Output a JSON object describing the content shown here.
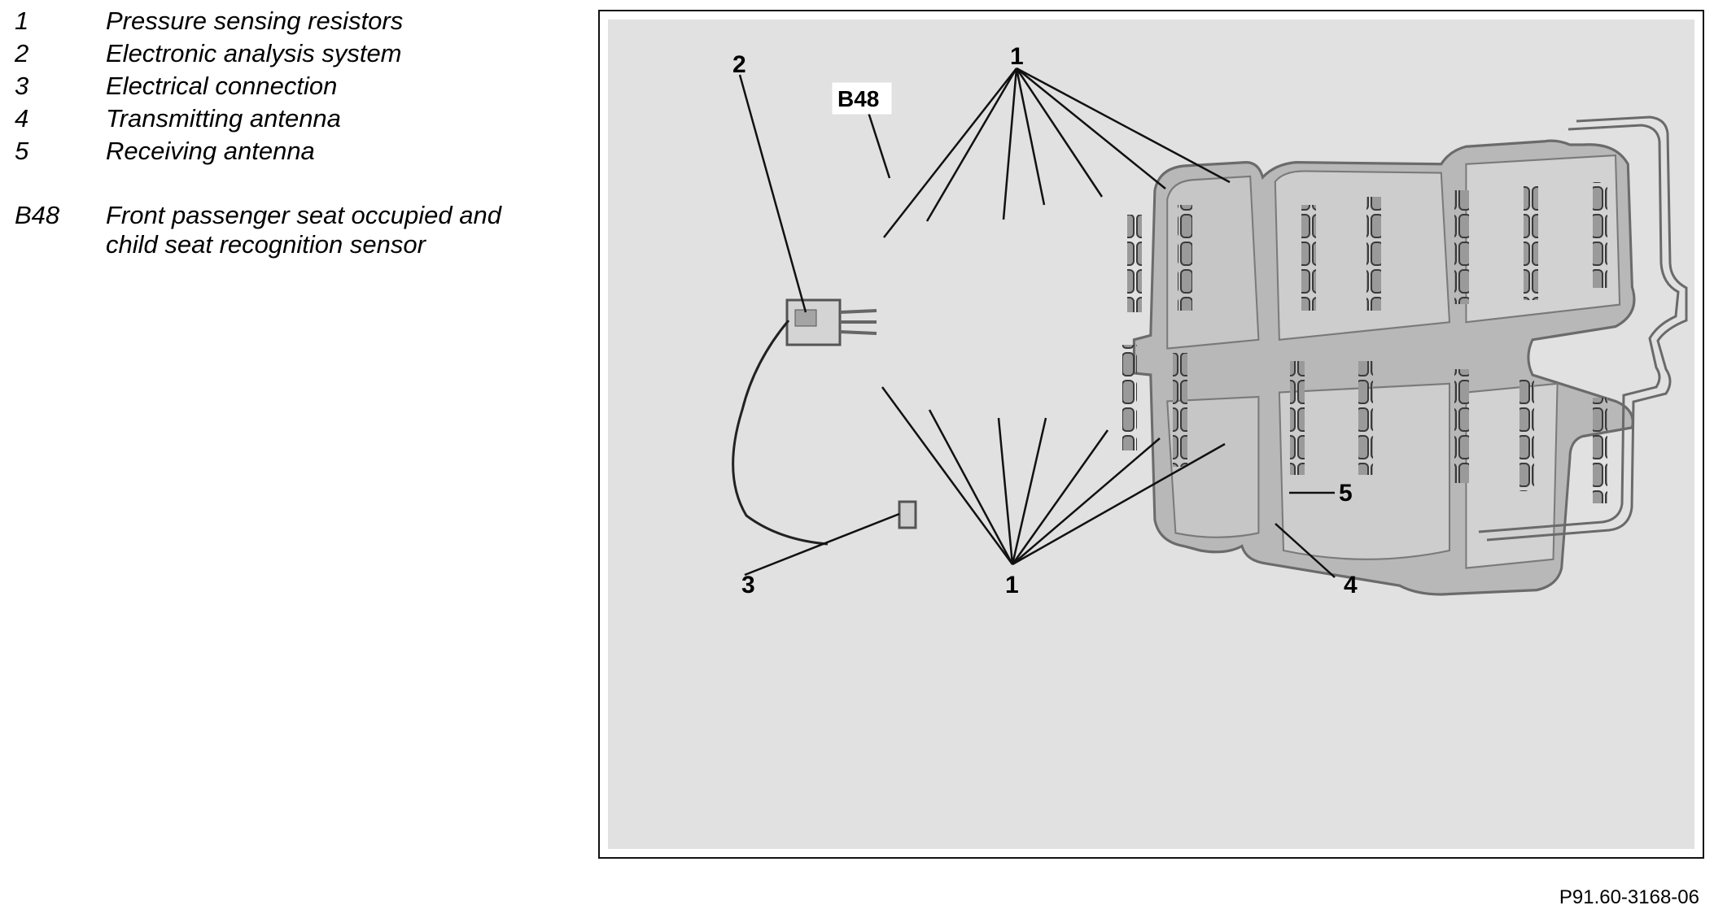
{
  "legend": {
    "items": [
      {
        "num": "1",
        "text": "Pressure sensing resistors"
      },
      {
        "num": "2",
        "text": "Electronic analysis system"
      },
      {
        "num": "3",
        "text": "Electrical connection"
      },
      {
        "num": "4",
        "text": "Transmitting antenna"
      },
      {
        "num": "5",
        "text": "Receiving antenna"
      }
    ],
    "b48": {
      "num": "B48",
      "line1": "Front passenger seat occupied and",
      "line2": "child seat recognition sensor"
    }
  },
  "figure": {
    "callouts": {
      "c1_top": "1",
      "c1_bottom": "1",
      "c2": "2",
      "c3": "3",
      "c4": "4",
      "c5": "5",
      "b48": "B48"
    },
    "background_color": "#e1e1e1"
  },
  "figure_id": "P91.60-3168-06"
}
